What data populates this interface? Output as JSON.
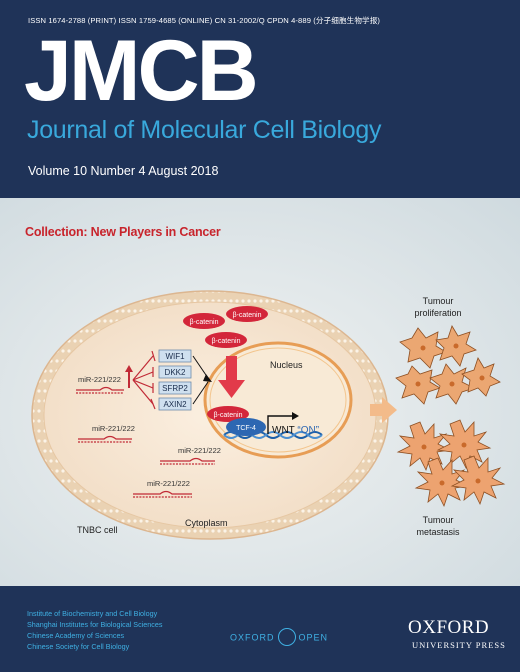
{
  "header": {
    "issn_line": "ISSN 1674-2788 (PRINT)  ISSN 1759-4685 (ONLINE)  CN 31-2002/Q  CPDN 4-889  (分子细胞生物学报)",
    "logo": "JMCB",
    "journal_title": "Journal of Molecular Cell Biology",
    "volume_line": "Volume  10    Number  4    August 2018"
  },
  "artwork": {
    "collection": "Collection: New Players in Cancer",
    "beta_catenin": "β-catenin",
    "nucleus": "Nucleus",
    "mir": "miR-221/222",
    "targets": [
      "WIF1",
      "DKK2",
      "SFRP2",
      "AXIN2"
    ],
    "tcf4": "TCF-4",
    "wnt_prefix": "WNT ",
    "wnt_on": "“ON”",
    "cytoplasm": "Cytoplasm",
    "tnbc": "TNBC cell",
    "proliferation": [
      "Tumour",
      "proliferation"
    ],
    "metastasis": [
      "Tumour",
      "metastasis"
    ]
  },
  "footer": {
    "institutions": [
      "Institute of Biochemistry and Cell Biology",
      "Shanghai Institutes for Biological Sciences",
      "Chinese Academy of Sciences",
      "Chinese Society for Cell Biology"
    ],
    "open_left": "OXFORD",
    "open_right": "OPEN",
    "publisher_name": "OXFORD",
    "publisher_sub": "UNIVERSITY PRESS"
  },
  "colors": {
    "navy": "#1f3358",
    "accent_blue": "#39a9dc",
    "red": "#c8242c",
    "cell_fill": "#f3e3cf",
    "membrane": "#e3c19b"
  }
}
